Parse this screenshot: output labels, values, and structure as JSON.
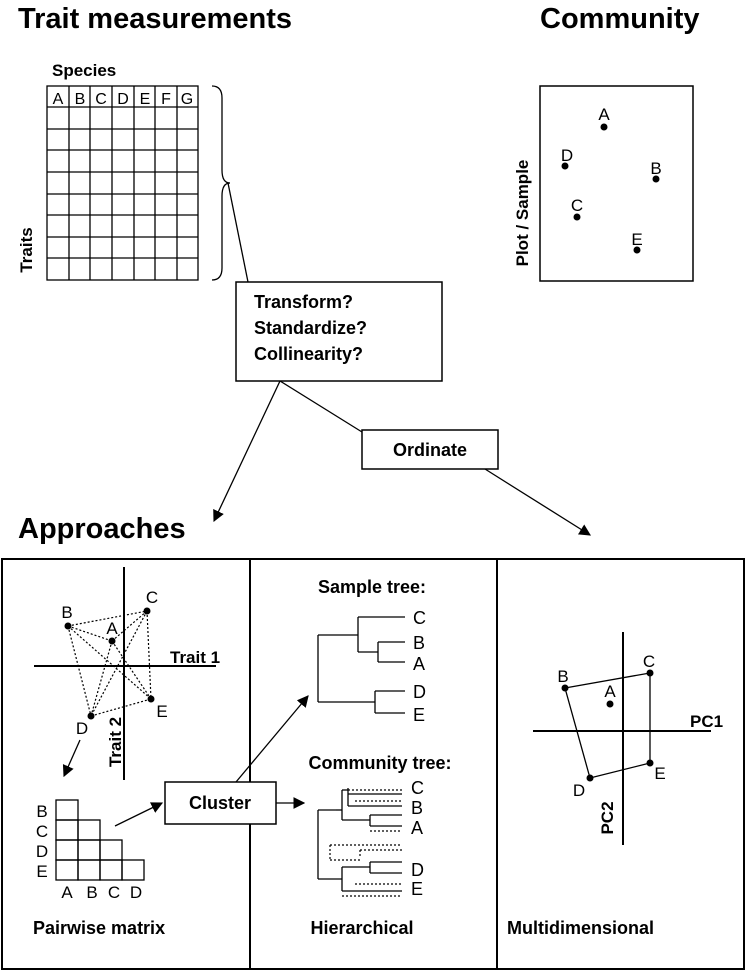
{
  "headings": {
    "trait_measurements": "Trait measurements",
    "community": "Community",
    "approaches": "Approaches"
  },
  "trait_matrix": {
    "species_label": "Species",
    "species": [
      "A",
      "B",
      "C",
      "D",
      "E",
      "F",
      "G"
    ],
    "traits_label": "Traits"
  },
  "community_plot": {
    "axis_label": "Plot / Sample",
    "points": [
      "A",
      "D",
      "B",
      "C",
      "E"
    ]
  },
  "preprocess_box": {
    "lines": [
      "Transform?",
      "Standardize?",
      "Collinearity?"
    ]
  },
  "ordinate_box": {
    "label": "Ordinate"
  },
  "cluster_box": {
    "label": "Cluster"
  },
  "pairwise_panel": {
    "trait1": "Trait 1",
    "trait2": "Trait 2",
    "points": [
      "B",
      "A",
      "C",
      "D",
      "E"
    ],
    "matrix_rows": [
      "B",
      "C",
      "D",
      "E"
    ],
    "matrix_cols": [
      "A",
      "B",
      "C",
      "D"
    ],
    "caption": "Pairwise matrix"
  },
  "hierarchical_panel": {
    "sample_tree_title": "Sample tree:",
    "sample_tree_leaves": [
      "C",
      "B",
      "A",
      "D",
      "E"
    ],
    "community_tree_title": "Community tree:",
    "community_tree_leaves": [
      "C",
      "B",
      "A",
      "D",
      "E"
    ],
    "caption": "Hierarchical"
  },
  "multidimensional_panel": {
    "pc1": "PC1",
    "pc2": "PC2",
    "points": [
      "B",
      "A",
      "C",
      "D",
      "E"
    ],
    "caption": "Multidimensional"
  }
}
